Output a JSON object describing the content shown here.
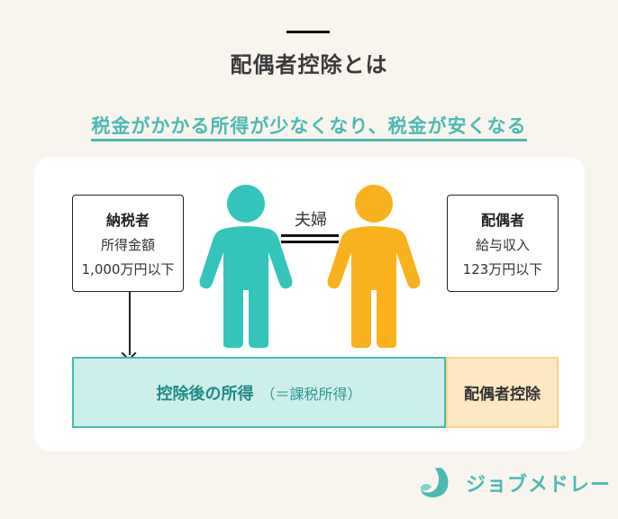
{
  "header": {
    "title": "配偶者控除とは",
    "subtitle": "税金がかかる所得が少なくなり、税金が安くなる"
  },
  "diagram": {
    "taxpayer": {
      "heading": "納税者",
      "line1": "所得金額",
      "line2": "1,000万円以下",
      "figure_color": "#33c4bb"
    },
    "spouse": {
      "heading": "配偶者",
      "line1": "給与収入",
      "line2": "123万円以下",
      "figure_color": "#f9b21d"
    },
    "relation_label": "夫婦",
    "income_bar": {
      "label_strong": "控除後の所得",
      "label_light": "（＝課税所得）",
      "fill": "#cdefec",
      "border": "#4bbab3"
    },
    "deduction_bar": {
      "label": "配偶者控除",
      "fill": "#fde9c1",
      "border": "#f6d48a"
    }
  },
  "footer": {
    "brand": "ジョブメドレー",
    "brand_color": "#4bbab3"
  }
}
